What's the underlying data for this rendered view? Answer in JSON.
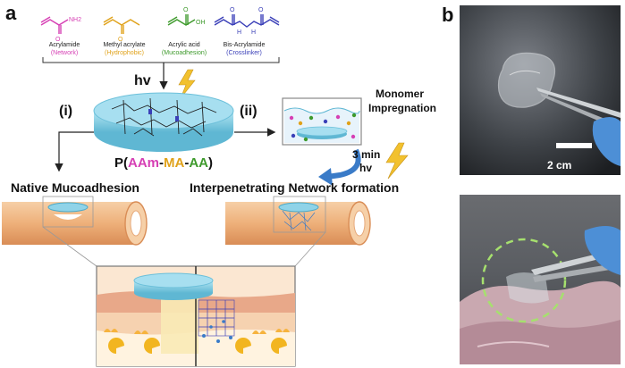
{
  "panel_a": {
    "letter": "a",
    "monomers": [
      {
        "name": "Acrylamide",
        "role": "Network",
        "color": "#d63fb4"
      },
      {
        "name": "Methyl acrylate",
        "role": "Hydrophobic",
        "color": "#e0a21a"
      },
      {
        "name": "Acrylic acid",
        "role": "Mucoadhesion",
        "color": "#3e9a2c"
      },
      {
        "name": "Bis-Acrylamide",
        "role": "Crosslinker",
        "color": "#3a3fb8"
      }
    ],
    "hv_top": "hv",
    "step_i": "(i)",
    "step_ii": "(ii)",
    "polymer_prefix": "P(",
    "polymer_aam": "AAm",
    "polymer_ma": "MA",
    "polymer_aa": "AA",
    "polymer_dash": "-",
    "polymer_suffix": ")",
    "monomer_impregnation_line1": "Monomer",
    "monomer_impregnation_line2": "Impregnation",
    "time": "3 min",
    "hv_right": "hv",
    "native": "Native Mucoadhesion",
    "ipn": "Interpenetrating Network formation",
    "chem_labels": {
      "nh2": "NH2",
      "o": "O",
      "oh": "OH",
      "h": "H"
    }
  },
  "panel_b": {
    "letter": "b",
    "scale_bar": "2 cm"
  },
  "colors": {
    "disc": "#8fd3e8",
    "disc_dark": "#4aa9c8",
    "tissue": "#f0b98a",
    "tissue_dark": "#d9925e",
    "aam": "#d63fb4",
    "ma": "#e0a21a",
    "aa": "#3e9a2c",
    "arrow_blue": "#3a7bc8",
    "bolt": "#f2c12e"
  }
}
